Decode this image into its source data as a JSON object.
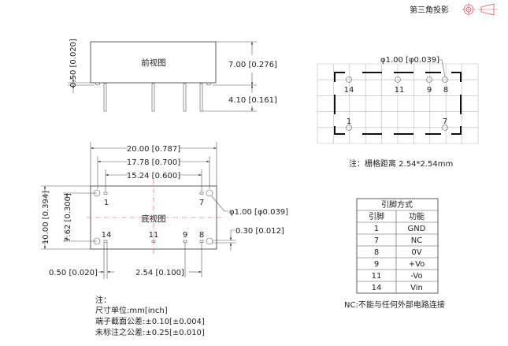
{
  "header": {
    "projection_label": "第三角投影"
  },
  "front_view": {
    "title": "前视图",
    "dim_standoff": "0.50 [0.020]",
    "dim_height": "7.00 [0.276]",
    "dim_pin_length": "4.10 [0.161]"
  },
  "bottom_view": {
    "title": "底视图",
    "dim_length": "20.00 [0.787]",
    "dim_hole_span": "17.78 [0.700]",
    "dim_pin_span": "15.24 [0.600]",
    "dim_width": "10.00 [0.394]",
    "dim_pin_row": "7.62 [0.300]",
    "dim_hole_dia": "φ1.00 [φ0.039]",
    "dim_pin_thickness": "0.30 [0.012]",
    "dim_pin_width": "0.50 [0.020]",
    "dim_pitch": "2.54 [0.100]",
    "pins": [
      "1",
      "7",
      "14",
      "11",
      "9",
      "8"
    ]
  },
  "notes": {
    "title": "注：",
    "lines": [
      "尺寸单位:mm[inch]",
      "端子截面公差:±0.10[±0.004]",
      "未标注之公差:±0.25[±0.010]"
    ]
  },
  "footprint": {
    "dim_hole_dia": "φ1.00 [φ0.039]",
    "pins": [
      "14",
      "11",
      "9",
      "8",
      "1",
      "7"
    ],
    "note": "注：栅格距离 2.54*2.54mm"
  },
  "pin_table": {
    "title": "引脚方式",
    "headers": [
      "引脚",
      "功能"
    ],
    "rows": [
      [
        "1",
        "GND"
      ],
      [
        "7",
        "NC"
      ],
      [
        "8",
        "0V"
      ],
      [
        "9",
        "+Vo"
      ],
      [
        "11",
        "-Vo"
      ],
      [
        "14",
        "Vin"
      ]
    ],
    "note": "NC:不能与任何外部电路连接"
  }
}
